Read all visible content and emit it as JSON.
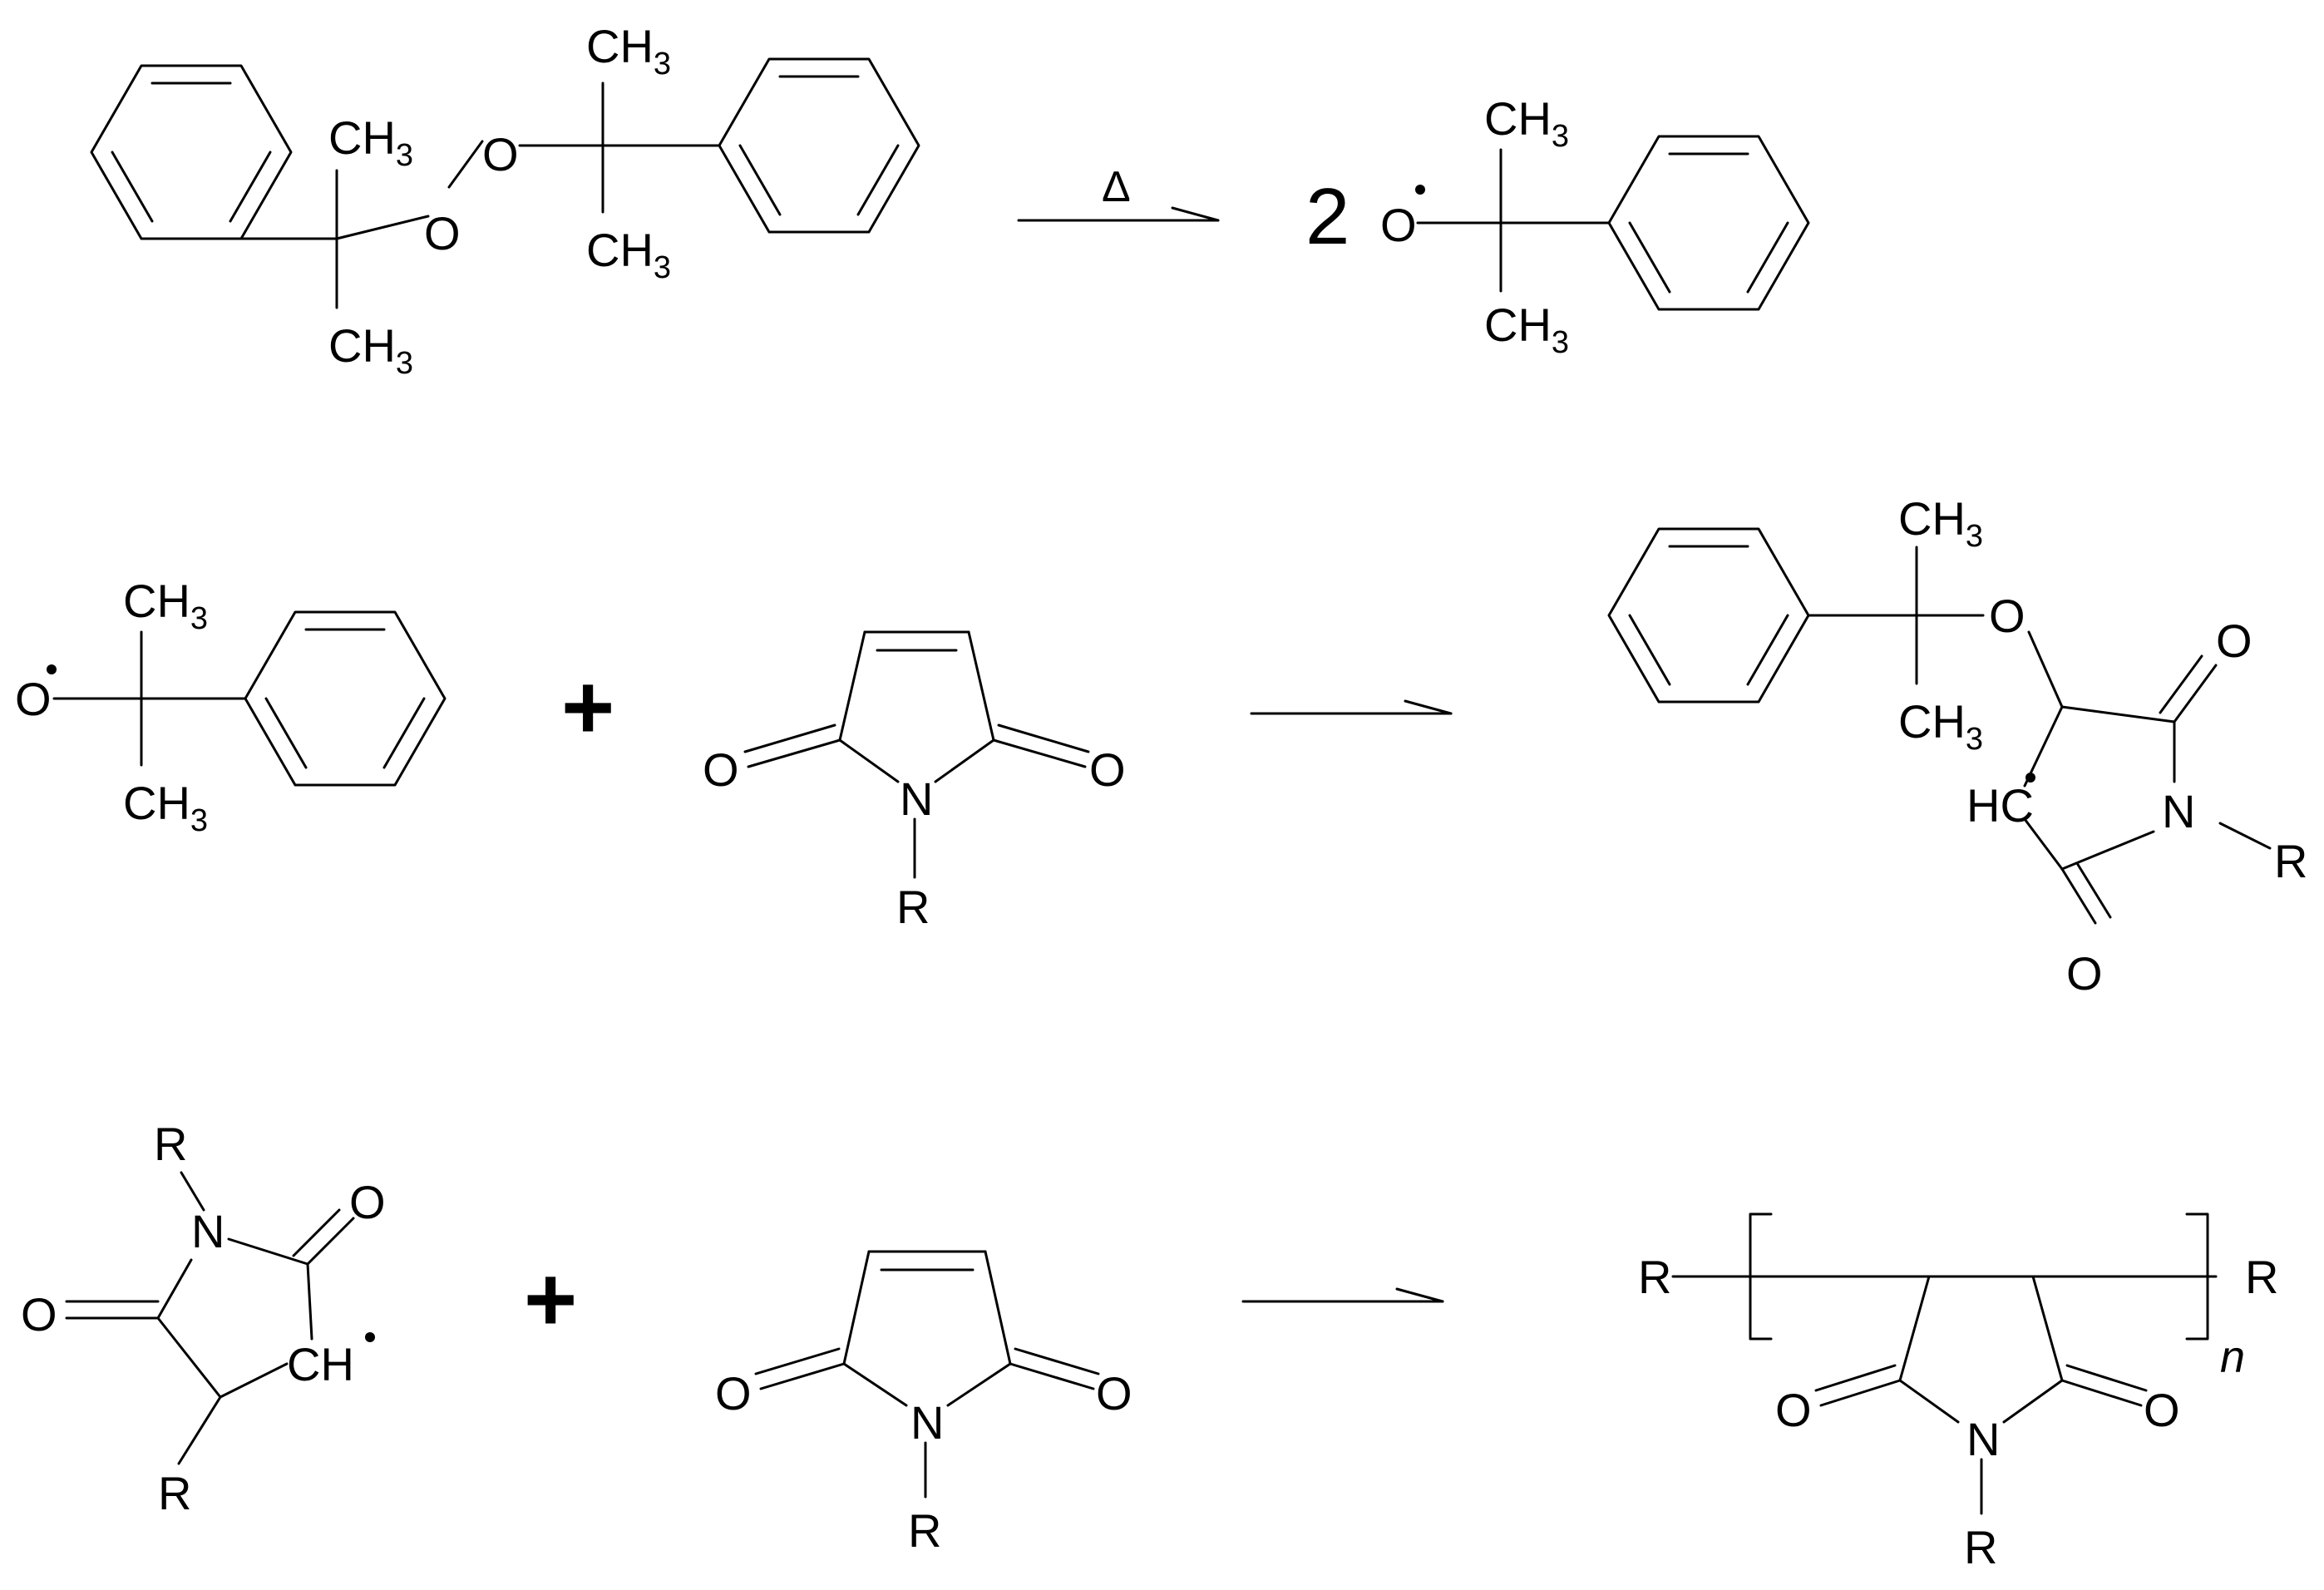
{
  "reaction_scheme": {
    "step1": {
      "condition": "Δ",
      "coefficient": "2",
      "reactant_labels": {
        "oxygen_a": "O",
        "oxygen_b": "O",
        "ch3_1": "CH",
        "ch3_1_sub": "3",
        "ch3_2": "CH",
        "ch3_2_sub": "3",
        "ch3_3": "CH",
        "ch3_3_sub": "3",
        "ch3_4": "CH",
        "ch3_4_sub": "3"
      },
      "product_labels": {
        "oxygen": "O",
        "ch3_top": "CH",
        "ch3_top_sub": "3",
        "ch3_bottom": "CH",
        "ch3_bottom_sub": "3"
      }
    },
    "step2": {
      "plus": "+",
      "radical_labels": {
        "oxygen": "O",
        "ch3_top": "CH",
        "ch3_top_sub": "3",
        "ch3_bottom": "CH",
        "ch3_bottom_sub": "3"
      },
      "maleimide_labels": {
        "o_left": "O",
        "o_right": "O",
        "n": "N",
        "r": "R"
      },
      "product_labels": {
        "ch3_top": "CH",
        "ch3_top_sub": "3",
        "ch3_bottom": "CH",
        "ch3_bottom_sub": "3",
        "o_ether": "O",
        "o_carbonyl_top": "O",
        "hc": "HC",
        "n": "N",
        "r": "R",
        "o_carbonyl_bottom": "O"
      }
    },
    "step3": {
      "plus": "+",
      "radical_labels": {
        "r_top": "R",
        "n": "N",
        "o_right": "O",
        "o_left": "O",
        "ch": "CH",
        "r_bottom": "R"
      },
      "maleimide_labels": {
        "o_left": "O",
        "o_right": "O",
        "n": "N",
        "r": "R"
      },
      "polymer_labels": {
        "r_left": "R",
        "r_right": "R",
        "repeat": "n",
        "o_left": "O",
        "o_right": "O",
        "n": "N",
        "r": "R"
      }
    }
  }
}
